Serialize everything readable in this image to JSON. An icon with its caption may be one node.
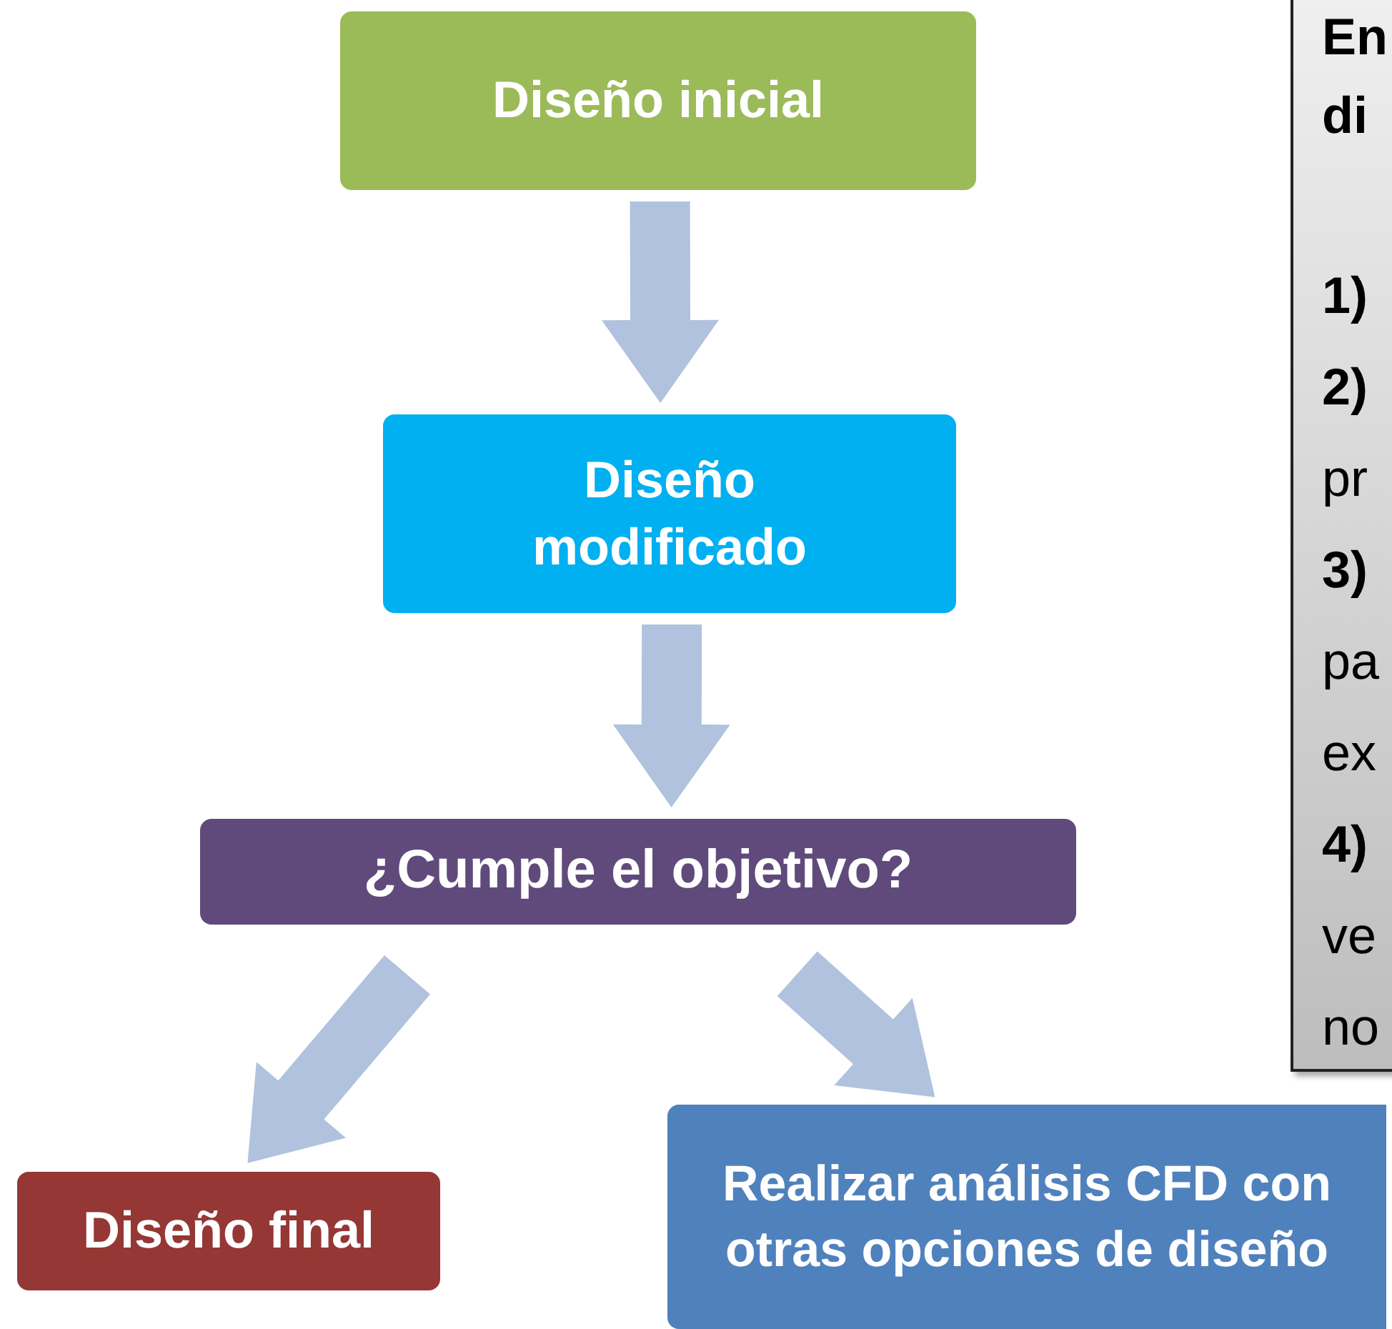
{
  "diagram": {
    "nodes": [
      {
        "text": [
          "Diseño inicial"
        ]
      },
      {
        "text": [
          "Diseño modificado"
        ]
      },
      {
        "text": [
          "¿Cumple el objetivo?"
        ]
      },
      {
        "text": [
          "Diseño final"
        ]
      },
      {
        "text": [
          "Realizar análisis CFD con otras opciones de diseño"
        ]
      },
      {
        "text": [
          "En",
          "di",
          "1)",
          "2)",
          "pr",
          "3)",
          "pa",
          "ex",
          "4)",
          "ve",
          "no"
        ]
      }
    ],
    "edges": [
      {
        "from": 0,
        "to": 1,
        "arrow": "to"
      },
      {
        "from": 1,
        "to": 2,
        "arrow": "to"
      },
      {
        "from": 2,
        "to": 3,
        "arrow": "to"
      },
      {
        "from": 2,
        "to": 4,
        "arrow": "to"
      }
    ]
  }
}
